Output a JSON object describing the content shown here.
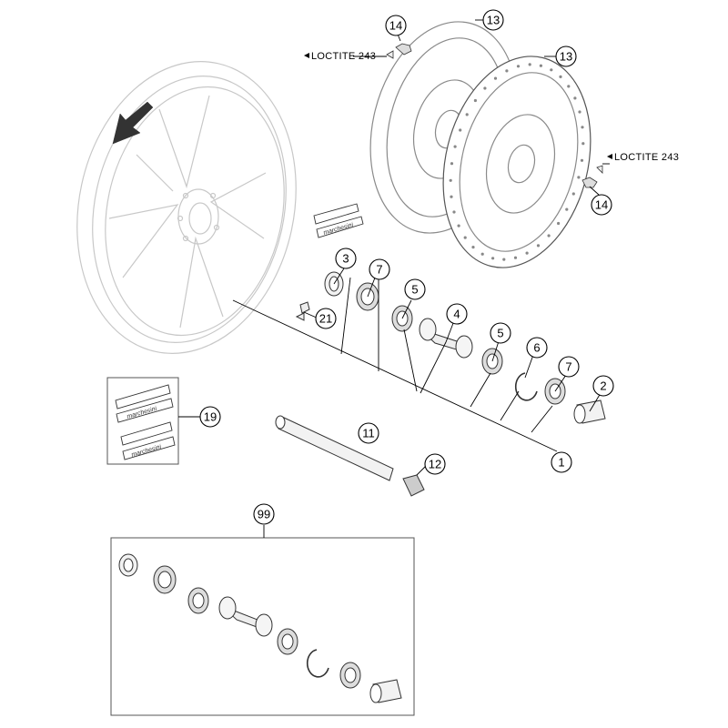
{
  "callouts": [
    {
      "id": "c14a",
      "label": "14"
    },
    {
      "id": "c13a",
      "label": "13"
    },
    {
      "id": "c13b",
      "label": "13"
    },
    {
      "id": "c14b",
      "label": "14"
    },
    {
      "id": "c3",
      "label": "3"
    },
    {
      "id": "c7a",
      "label": "7"
    },
    {
      "id": "c5a",
      "label": "5"
    },
    {
      "id": "c4",
      "label": "4"
    },
    {
      "id": "c21",
      "label": "21"
    },
    {
      "id": "c5b",
      "label": "5"
    },
    {
      "id": "c6",
      "label": "6"
    },
    {
      "id": "c7b",
      "label": "7"
    },
    {
      "id": "c2",
      "label": "2"
    },
    {
      "id": "c19",
      "label": "19"
    },
    {
      "id": "c11",
      "label": "11"
    },
    {
      "id": "c12",
      "label": "12"
    },
    {
      "id": "c1",
      "label": "1"
    },
    {
      "id": "c99",
      "label": "99"
    }
  ],
  "notes": [
    {
      "id": "loctite-top",
      "text": "LOCTITE 243"
    },
    {
      "id": "loctite-right",
      "text": "LOCTITE 243"
    }
  ],
  "decal_text": "marchesini"
}
